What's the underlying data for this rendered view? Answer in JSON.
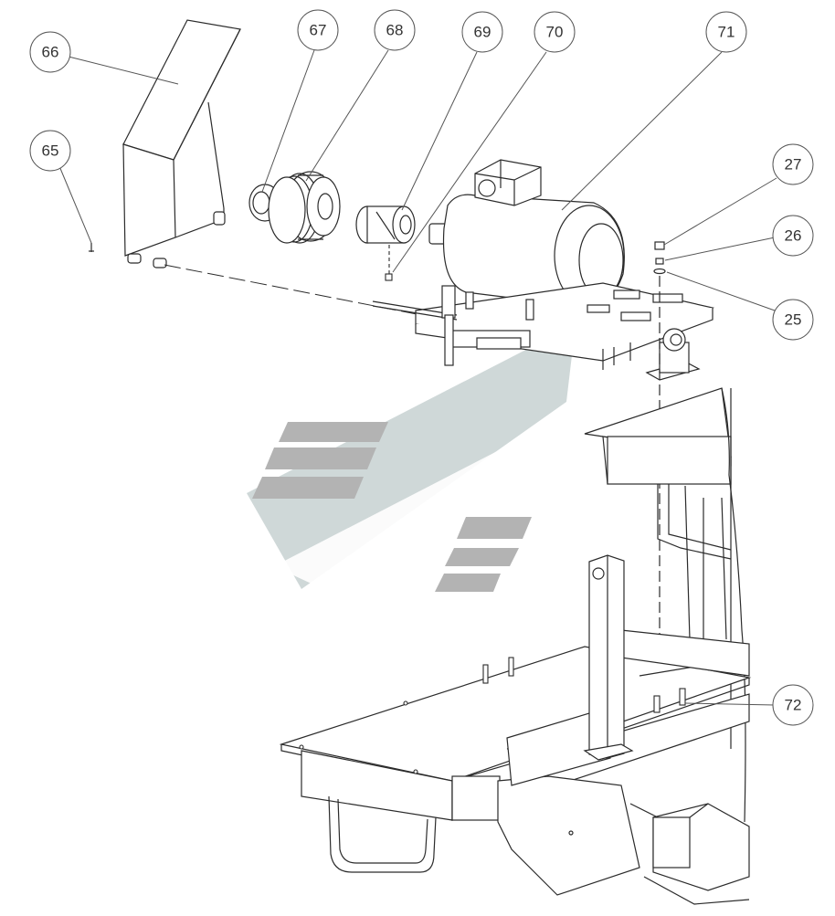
{
  "diagram": {
    "callouts": [
      {
        "id": "66",
        "label": "66"
      },
      {
        "id": "65",
        "label": "65"
      },
      {
        "id": "67",
        "label": "67"
      },
      {
        "id": "68",
        "label": "68"
      },
      {
        "id": "69",
        "label": "69"
      },
      {
        "id": "70",
        "label": "70"
      },
      {
        "id": "71",
        "label": "71"
      },
      {
        "id": "27",
        "label": "27"
      },
      {
        "id": "26",
        "label": "26"
      },
      {
        "id": "25",
        "label": "25"
      },
      {
        "id": "72",
        "label": "72"
      }
    ],
    "colors": {
      "line": "#2b2b2b",
      "callout_stroke": "#555555",
      "watermark_gray": "#b3b3b3",
      "watermark_light": "#cfd8d8"
    }
  }
}
